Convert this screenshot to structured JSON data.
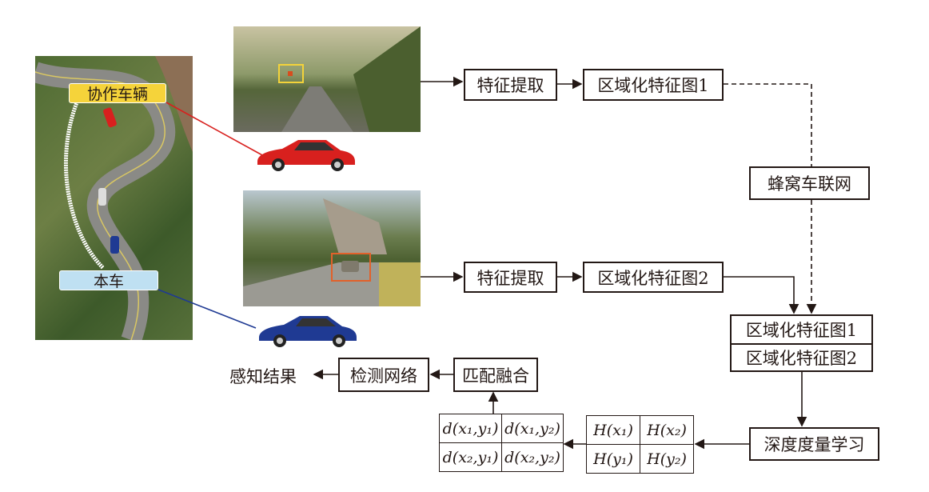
{
  "labels": {
    "cooperative_vehicle": "协作车辆",
    "ego_vehicle": "本车"
  },
  "row1": {
    "extract": "特征提取",
    "regional_map": "区域化特征图1"
  },
  "row2": {
    "extract": "特征提取",
    "regional_map": "区域化特征图2"
  },
  "network": "蜂窝车联网",
  "stack": [
    "区域化特征图1",
    "区域化特征图2"
  ],
  "metric_learning": "深度度量学习",
  "h_table": [
    "H(x₁)",
    "H(x₂)",
    "H(y₁)",
    "H(y₂)"
  ],
  "d_table": [
    "d(x₁,y₁)",
    "d(x₁,y₂)",
    "d(x₂,y₁)",
    "d(x₂,y₂)"
  ],
  "match_fusion": "匹配融合",
  "detection": "检测网络",
  "result": "感知结果",
  "colors": {
    "red_car": "#d8201e",
    "blue_car": "#1f3a93",
    "label_yellow": "#f5d33a",
    "label_blue": "#bfe0f2"
  }
}
